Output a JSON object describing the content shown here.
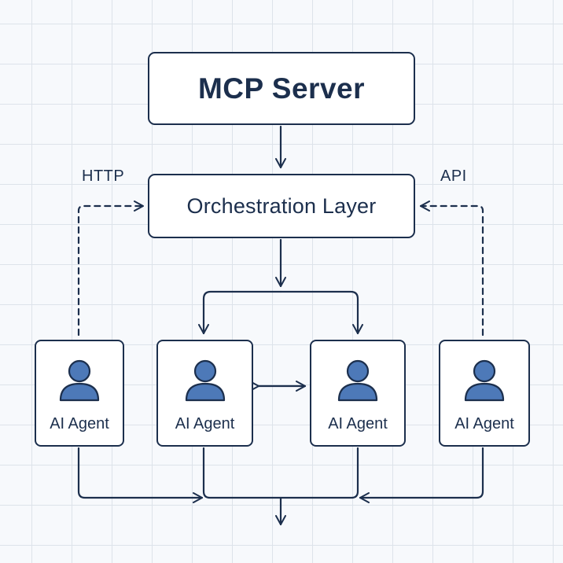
{
  "diagram": {
    "server": {
      "title": "MCP Server"
    },
    "orchestration": {
      "title": "Orchestration Layer"
    },
    "agents": [
      {
        "label": "AI Agent",
        "icon": "user-icon"
      },
      {
        "label": "AI Agent",
        "icon": "user-icon"
      },
      {
        "label": "AI Agent",
        "icon": "user-icon"
      },
      {
        "label": "AI Agent",
        "icon": "user-icon"
      }
    ],
    "edge_labels": {
      "left": "HTTP",
      "right": "API"
    }
  },
  "colors": {
    "ink": "#1c2f4d",
    "icon_fill": "#4d79b8",
    "box_fill": "#ffffff",
    "background": "#f7f9fc",
    "grid": "#dde3ea"
  }
}
